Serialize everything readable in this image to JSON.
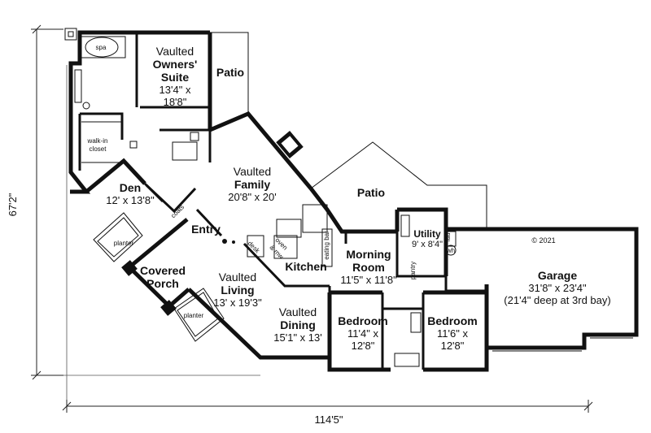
{
  "overall": {
    "width": "114'5\"",
    "depth": "67'2\""
  },
  "copyright": "© 2021",
  "rooms": {
    "owners_suite": {
      "pre": "Vaulted",
      "name1": "Owners'",
      "name2": "Suite",
      "dim1": "13'4\" x",
      "dim2": "18'8\""
    },
    "patio_top": {
      "name": "Patio"
    },
    "family": {
      "pre": "Vaulted",
      "name": "Family",
      "dim": "20'8\" x 20'"
    },
    "patio_right": {
      "name": "Patio"
    },
    "den": {
      "name": "Den",
      "dim": "12' x 13'8\""
    },
    "entry": {
      "name": "Entry"
    },
    "kitchen": {
      "name": "Kitchen"
    },
    "morning_room": {
      "name1": "Morning",
      "name2": "Room",
      "dim": "11'5\" x 11'8\""
    },
    "utility": {
      "name": "Utility",
      "dim": "9' x 8'4\""
    },
    "garage": {
      "name": "Garage",
      "dim1": "31'8\" x 23'4\"",
      "dim2": "(21'4\" deep at 3rd bay)"
    },
    "covered_porch": {
      "name1": "Covered",
      "name2": "Porch"
    },
    "living": {
      "pre": "Vaulted",
      "name": "Living",
      "dim": "13' x 19'3\""
    },
    "dining": {
      "pre": "Vaulted",
      "name": "Dining",
      "dim": "15'1\" x 13'"
    },
    "bedroom1": {
      "name": "Bedroom",
      "dim1": "11'4\" x",
      "dim2": "12'8\""
    },
    "bedroom2": {
      "name": "Bedroom",
      "dim1": "11'6\" x",
      "dim2": "12'8\""
    }
  },
  "labels": {
    "spa": "spa",
    "walk_in_1": "walk-in",
    "walk_in_2": "closet",
    "coats": "coats",
    "planter_1": "planter",
    "planter_2": "planter",
    "pantry": "pantry",
    "eating_bar": "eating bar",
    "desk": "desk",
    "oven_1": "oven",
    "oven_2": "& mw",
    "fau": "fau",
    "wh": "wh"
  }
}
